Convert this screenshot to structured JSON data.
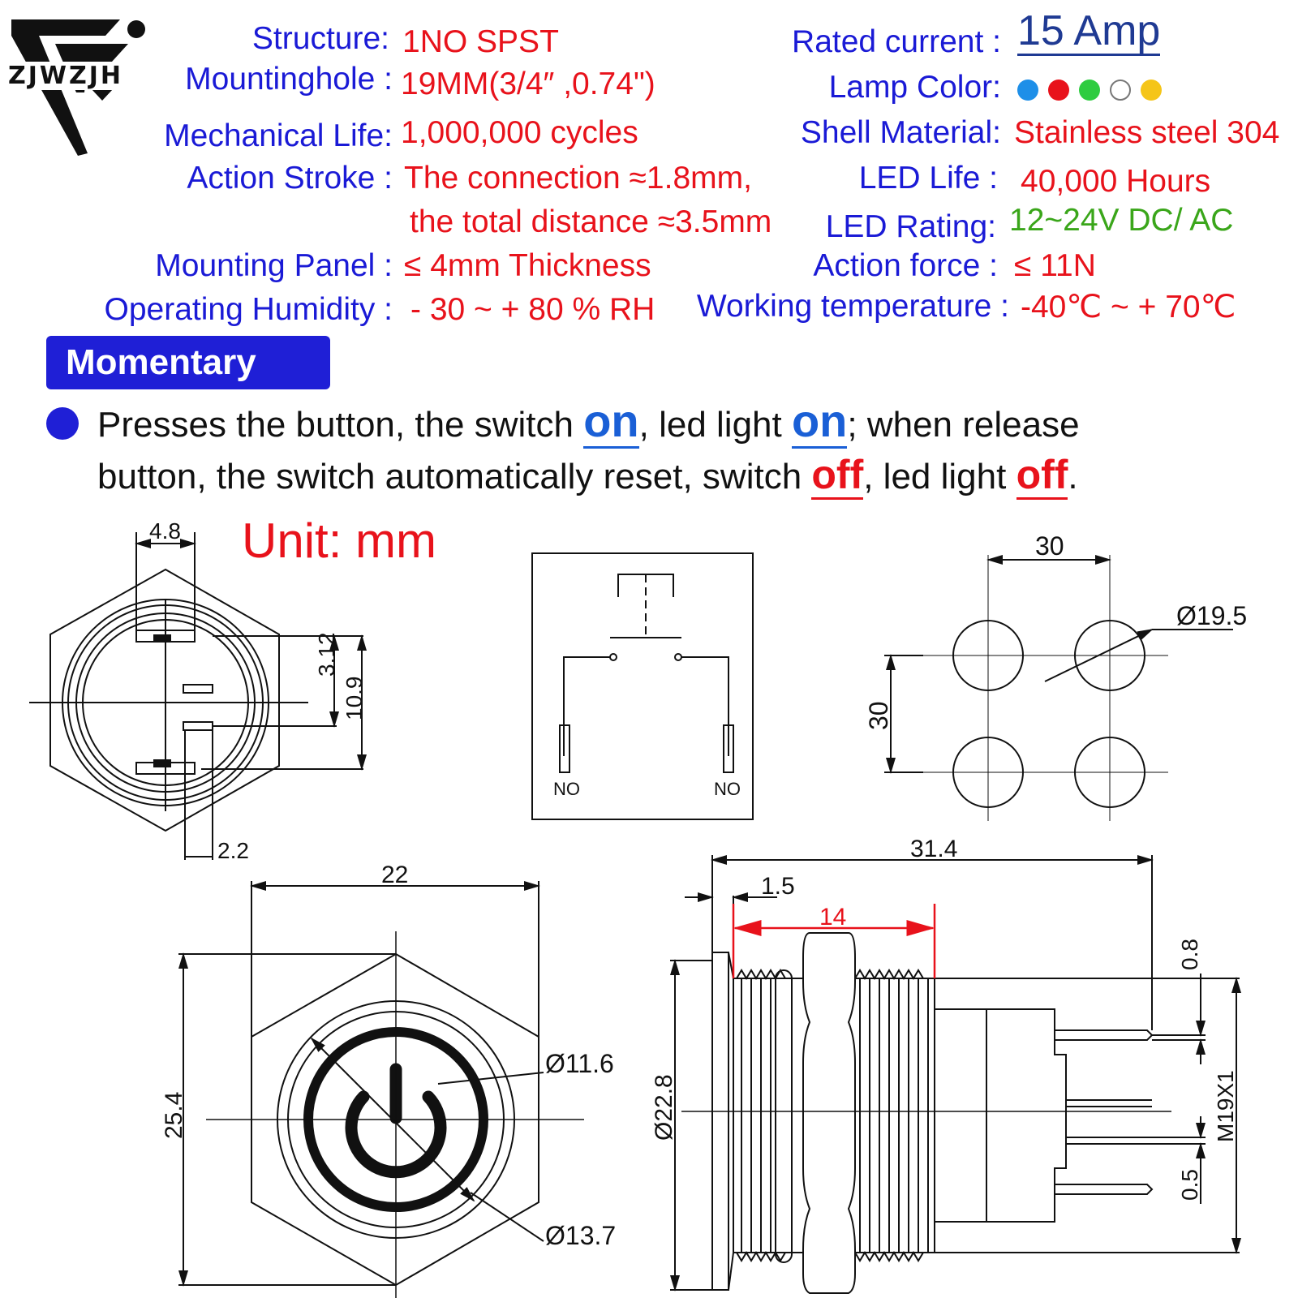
{
  "brand": {
    "logo_text": "ZJWZJH"
  },
  "specs_left": [
    {
      "label": "Structure:",
      "value": "1NO  SPST"
    },
    {
      "label": "Mountinghole :",
      "value": "19MM(3/4″  ,0.74\")"
    },
    {
      "label": "Mechanical Life:",
      "value": "1,000,000 cycles"
    },
    {
      "label": "Action Stroke :",
      "value": "The connection ≈1.8mm,",
      "value2": "the total distance ≈3.5mm"
    },
    {
      "label": "Mounting Panel  :",
      "value": "≤ 4mm  Thickness"
    },
    {
      "label": "Operating Humidity :",
      "value": "- 30 ~ + 80 % RH"
    }
  ],
  "specs_right": [
    {
      "label": "Rated  current :",
      "value": "15 Amp"
    },
    {
      "label": "Lamp Color:",
      "colors": [
        "#1e8fe8",
        "#e8121b",
        "#2ecc40",
        "#ffffff",
        "#f5c518"
      ]
    },
    {
      "label": "Shell Material:",
      "value": "Stainless steel 304"
    },
    {
      "label": "LED Life :",
      "value": "40,000 Hours"
    },
    {
      "label": "LED  Rating:",
      "value": "12~24V  DC/ AC",
      "value_color": "#3aa61a"
    },
    {
      "label": "Action force :",
      "value": "≤ 11N"
    },
    {
      "label": "Working temperature :",
      "value": "-40℃ ~ + 70℃"
    }
  ],
  "mode": {
    "title": "Momentary",
    "line1_a": "Presses the button, the switch ",
    "on1": "on",
    "line1_b": ", led light ",
    "on2": "on",
    "line1_c": "; when release",
    "line2_a": "button, the switch  automatically reset, switch ",
    "off1": "off",
    "line2_b": ", led light ",
    "off2": "off",
    "line2_c": "."
  },
  "unit_label": "Unit: mm",
  "drawings": {
    "rear_view": {
      "dims": [
        "4.8",
        "3.12",
        "10.9",
        "2.2"
      ]
    },
    "schematic": {
      "terminals": [
        "NO",
        "NO"
      ]
    },
    "hole_pattern": {
      "dims": [
        "30",
        "30",
        "Ø19.5"
      ]
    },
    "front_view": {
      "dims": [
        "22",
        "25.4",
        "Ø11.6",
        "Ø13.7"
      ]
    },
    "side_view": {
      "dims": [
        "31.4",
        "1.5",
        "14",
        "Ø22.8",
        "0.8",
        "M19X1",
        "0.5"
      ]
    }
  }
}
